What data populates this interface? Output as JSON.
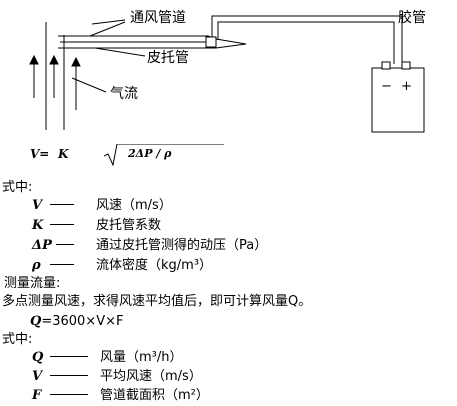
{
  "diagram": {
    "label_duct": "通风管道",
    "label_hose": "胶管",
    "label_pitot": "皮托管",
    "label_airflow": "气流",
    "gauge_minus": "−",
    "gauge_plus": "+"
  },
  "formula1": {
    "lhs": "V=",
    "coef": "K",
    "radicand": "2ΔP / ρ"
  },
  "section1": {
    "heading": "式中:",
    "defs": [
      {
        "symbol": "V",
        "text": "风速（m/s）"
      },
      {
        "symbol": "K",
        "text": "皮托管系数"
      },
      {
        "symbol": "ΔP",
        "text": "通过皮托管测得的动压（Pa）"
      },
      {
        "symbol": "ρ",
        "text": "流体密度（kg/m³）"
      }
    ]
  },
  "section2": {
    "heading": "测量流量:",
    "line": "多点测量风速，求得风速平均值后，即可计算风量Q。",
    "formula_lhs": "Q",
    "formula_rhs": "=3600×V×F"
  },
  "section3": {
    "heading": "式中:",
    "defs": [
      {
        "symbol": "Q",
        "text": "风量（m³/h）"
      },
      {
        "symbol": "V",
        "text": "平均风速（m/s）"
      },
      {
        "symbol": "F",
        "text": "管道截面积（m²）"
      }
    ]
  }
}
